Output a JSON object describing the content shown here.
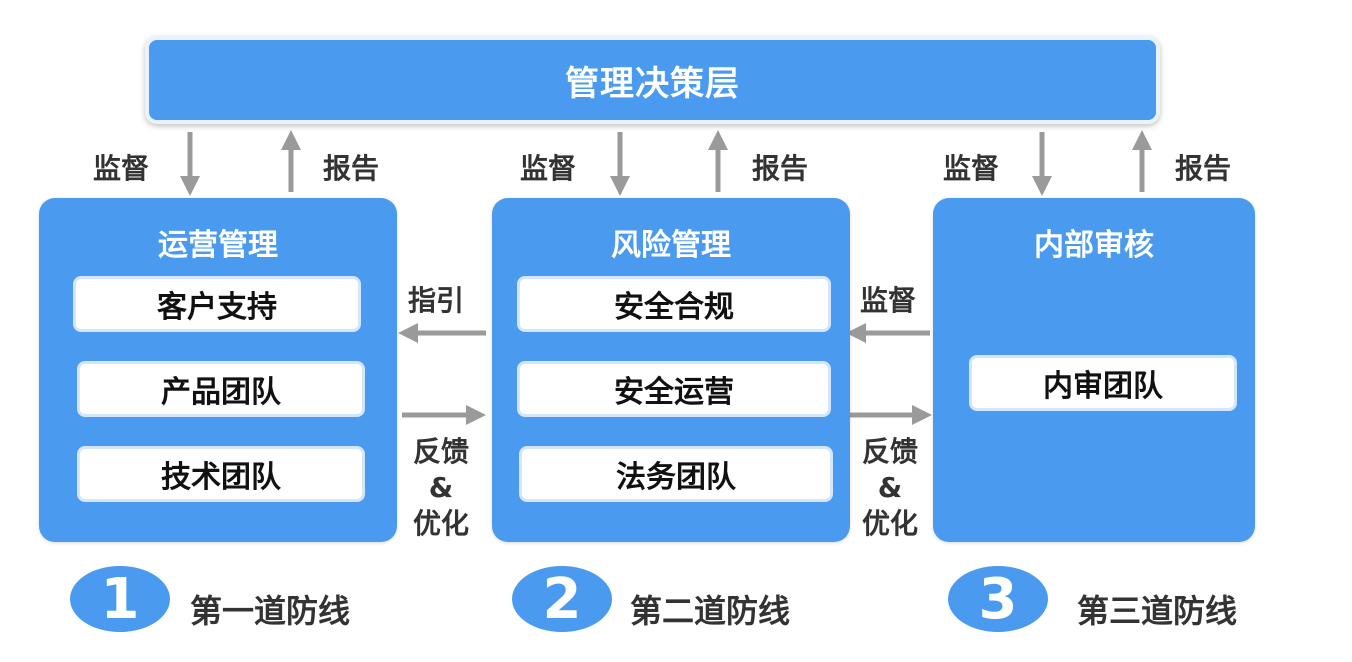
{
  "top_layer": "管理决策层",
  "panels": [
    {
      "title": "运营管理",
      "items": [
        "客户支持",
        "产品团队",
        "技术团队"
      ]
    },
    {
      "title": "风险管理",
      "items": [
        "安全合规",
        "安全运营",
        "法务团队"
      ]
    },
    {
      "title": "内部审核",
      "items": [
        "内审团队"
      ]
    }
  ],
  "vertical_labels": {
    "supervise": "监督",
    "report": "报告"
  },
  "horizontal_labels": {
    "guide": "指引",
    "supervise": "监督",
    "feedback": "反馈",
    "amp": "&",
    "optimize": "优化"
  },
  "defense_lines": [
    {
      "number": "1",
      "label": "第一道防线"
    },
    {
      "number": "2",
      "label": "第二道防线"
    },
    {
      "number": "3",
      "label": "第三道防线"
    }
  ],
  "colors": {
    "panel_blue": "#4a9af0",
    "arrow_gray": "#9a9a9a",
    "label_text": "#333333"
  }
}
